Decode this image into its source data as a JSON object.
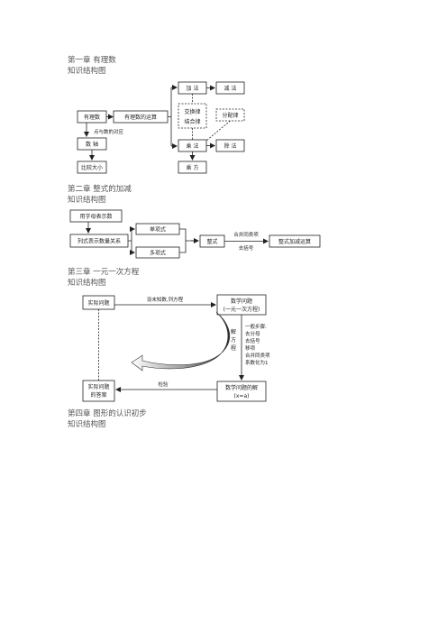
{
  "sections": [
    {
      "chapter": "第一章 有理数",
      "subtitle": "知识结构图"
    },
    {
      "chapter": "第二章 整式的加减",
      "subtitle": "知识结构图"
    },
    {
      "chapter": "第三章 一元一次方程",
      "subtitle": "知识结构图"
    },
    {
      "chapter": "第四章 图形的认识初步",
      "subtitle": "知识结构图"
    }
  ],
  "diagram1": {
    "rational_number": "有理数",
    "rational_operations": "有理数的运算",
    "point_correspondence": "点与数的对应",
    "number_line": "数 轴",
    "compare_size": "比较大小",
    "addition": "加 法",
    "subtraction": "减 法",
    "commutative_law": "交换律",
    "associative_law": "结合律",
    "distributive_law": "分配律",
    "multiplication": "乘 法",
    "division": "除 法",
    "power": "乘 方"
  },
  "diagram2": {
    "letters_represent_numbers": "用字母表示数",
    "list_expression": "列式表示数量关系",
    "monomial": "单项式",
    "polynomial": "多项式",
    "integral_expression": "整式",
    "combine_like_terms": "合并同类项",
    "remove_brackets": "去括号",
    "add_subtract": "整式加减运算"
  },
  "diagram3": {
    "actual_problem": "实际问题",
    "set_unknown": "设未知数,列方程",
    "math_problem_line1": "数学问题",
    "math_problem_line2": "(一元一次方程)",
    "solve_chars": [
      "解",
      "方",
      "程"
    ],
    "steps": [
      "一般步骤:",
      "去分母",
      "去括号",
      "移项",
      "合并同类项",
      "系数化为1"
    ],
    "math_solution_line1": "数学问题的解",
    "math_solution_line2": "(x=a)",
    "check": "检验",
    "actual_answer_line1": "实际问题",
    "actual_answer_line2": "的答案"
  }
}
